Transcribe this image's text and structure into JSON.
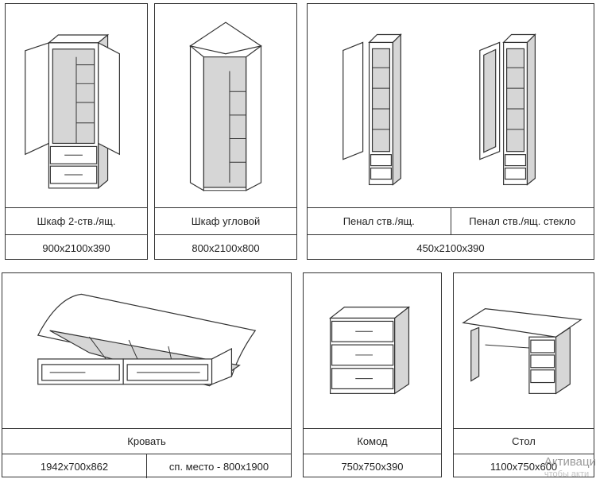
{
  "cards": {
    "wardrobe2": {
      "name": "Шкаф 2-ств./ящ.",
      "size": "900х2100х390"
    },
    "corner": {
      "name": "Шкаф угловой",
      "size": "800х2100х800"
    },
    "pencase": {
      "name1": "Пенал ств./ящ.",
      "name2": "Пенал ств./ящ. стекло",
      "size": "450х2100х390"
    },
    "bed": {
      "name": "Кровать",
      "size": "1942х700х862",
      "sleep_place": "сп. место - 800х1900"
    },
    "dresser": {
      "name": "Комод",
      "size": "750х750х390"
    },
    "desk": {
      "name": "Стол",
      "size": "1100х750х600"
    }
  },
  "watermark": {
    "line1": "Активаци",
    "line2": "чтобы акти"
  }
}
